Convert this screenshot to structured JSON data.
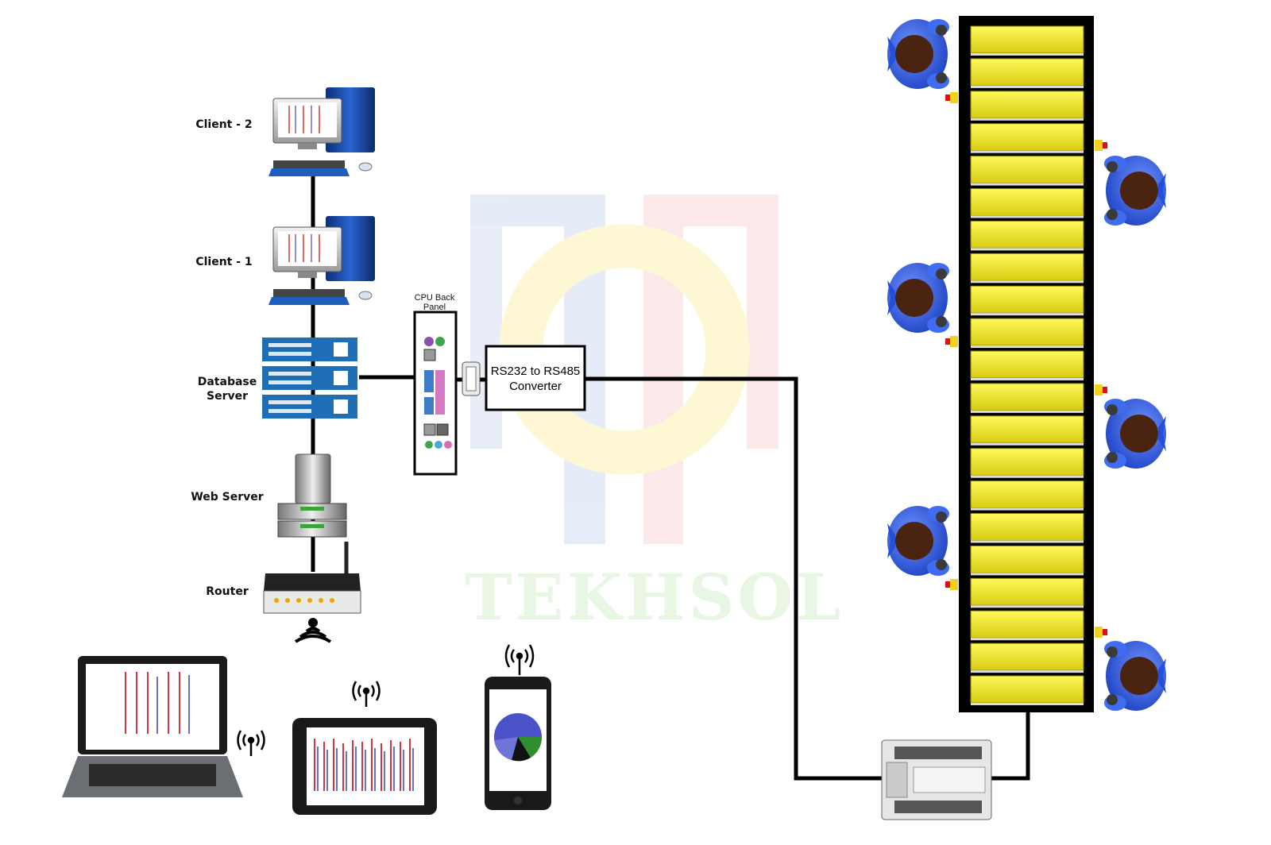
{
  "labels": {
    "client2": "Client - 2",
    "client1": "Client - 1",
    "db_line1": "Database",
    "db_line2": "Server",
    "web_server": "Web Server",
    "router": "Router",
    "cpu_back_panel_line1": "CPU Back",
    "cpu_back_panel_line2": "Panel",
    "converter_line1": "RS232 to RS485",
    "converter_line2": "Converter"
  },
  "watermark": {
    "text": "TEKHSOL"
  },
  "colors": {
    "line": "#000000",
    "server_blue": "#1f6fb6",
    "slot_yellow": "#f7ee2a",
    "rack_black": "#000000",
    "worker_blue": "#2b5ce0"
  },
  "icons": [
    "desktop-computer-icon",
    "rack-server-icon",
    "tower-server-icon",
    "router-icon",
    "laptop-icon",
    "tablet-icon",
    "smartphone-icon",
    "wifi-signal-icon",
    "plc-controller-icon",
    "worker-topview-icon"
  ]
}
